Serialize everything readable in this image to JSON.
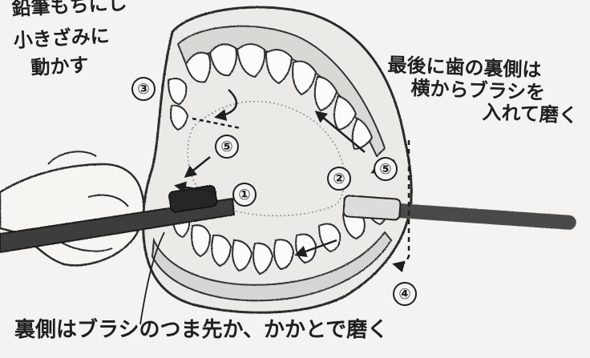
{
  "top_left_note": [
    "鉛筆もちにし",
    "小きざみに",
    "動かす"
  ],
  "top_right_note": [
    "最後に歯の裏側は",
    "横からブラシを",
    "入れて磨く"
  ],
  "bottom_note": "裏側はブラシのつま先か、かかとで磨く",
  "step_numbers": [
    "①",
    "②",
    "③",
    "④",
    "⑤",
    "⑤"
  ]
}
